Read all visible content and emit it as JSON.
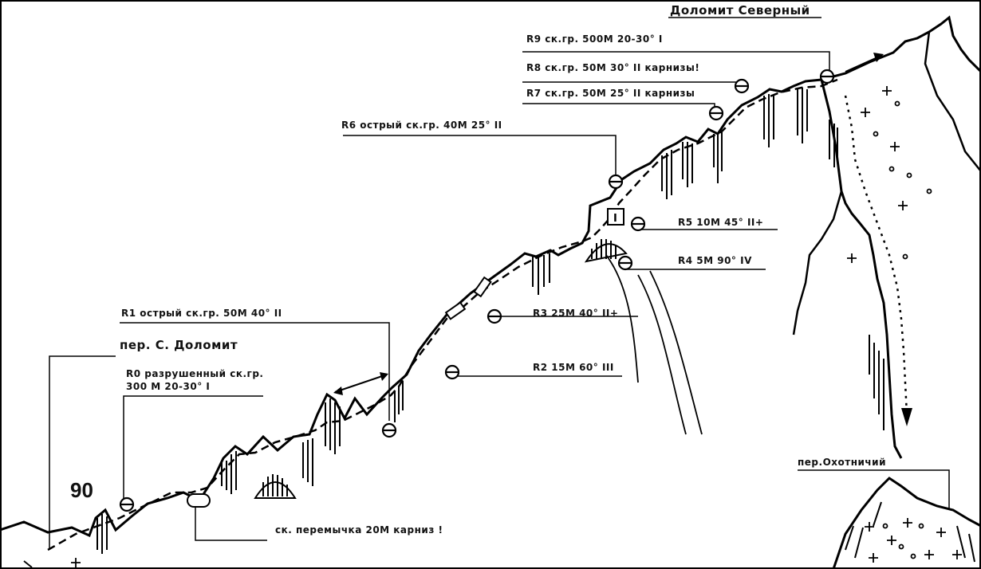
{
  "diagram": {
    "route_number": "90",
    "peaks": {
      "north": "Доломит Северный",
      "pass_dolomit": "пер. С. Доломит",
      "pass_okhotnichiy": "пер.Охотничий"
    },
    "pitches": {
      "r0_line1": "R0 разрушенный ск.гр.",
      "r0_line2": "300 М 20-30° I",
      "r1": "R1 острый ск.гр. 50М 40° II",
      "r2": "R2 15М 60° III",
      "r3": "R3 25М 40° II+",
      "r4": "R4 5М 90° IV",
      "r5": "R5 10М 45° II+",
      "r6": "R6 острый ск.гр. 40М 25° II",
      "r7": "R7 ск.гр. 50М 25° II карнизы",
      "r8": "R8 ск.гр. 50М 30° II карнизы!",
      "r9": "R9 ск.гр. 500М 20-30° I",
      "saddle": "ск. перемычка 20М карниз !"
    }
  }
}
